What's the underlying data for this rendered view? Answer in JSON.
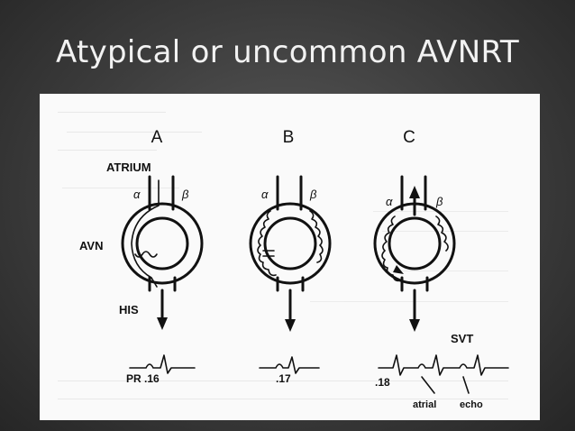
{
  "slide": {
    "title": "Atypical or uncommon AVNRT"
  },
  "diagram": {
    "panels": [
      {
        "letter": "A",
        "interval": "PR .16"
      },
      {
        "letter": "B",
        "interval": ".17"
      },
      {
        "letter": "C",
        "interval": ".18"
      }
    ],
    "labels": {
      "atrium": "ATRIUM",
      "avn": "AVN",
      "his": "HIS",
      "svt": "SVT",
      "atrial": "atrial",
      "echo": "echo",
      "alpha": "α",
      "beta": "β"
    }
  }
}
